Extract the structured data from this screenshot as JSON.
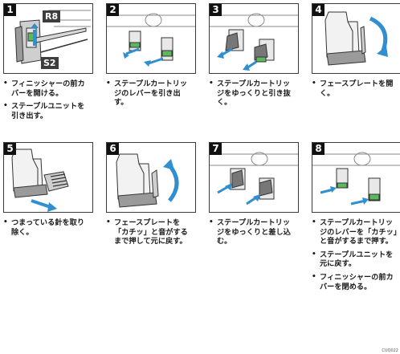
{
  "steps": [
    {
      "number": "1",
      "callouts": [
        "R8",
        "S2"
      ],
      "notes": [
        "フィニッシャーの前カバーを開ける。",
        "ステープルユニットを引き出す。"
      ]
    },
    {
      "number": "2",
      "notes": [
        "ステープルカートリッジのレバーを引き出す。"
      ]
    },
    {
      "number": "3",
      "notes": [
        "ステープルカートリッジをゆっくりと引き抜く。"
      ]
    },
    {
      "number": "4",
      "notes": [
        "フェースプレートを開く。"
      ]
    },
    {
      "number": "5",
      "notes": [
        "つまっている針を取り除く。"
      ]
    },
    {
      "number": "6",
      "notes": [
        "フェースプレートを「カチッ」と音がするまで押して元に戻す。"
      ]
    },
    {
      "number": "7",
      "notes": [
        "ステープルカートリッジをゆっくりと差し込む。"
      ]
    },
    {
      "number": "8",
      "notes": [
        "ステープルカートリッジのレバーを「カチッ」と音がするまで押す。",
        "ステープルユニットを元に戻す。",
        "フィニッシャーの前カバーを閉める。"
      ]
    }
  ],
  "figure_id": "CUQ022",
  "colors": {
    "arrow": "#2f8fd0",
    "lever": "#5cb85c",
    "dark": "#222222",
    "callout": "#3d3d3d"
  }
}
